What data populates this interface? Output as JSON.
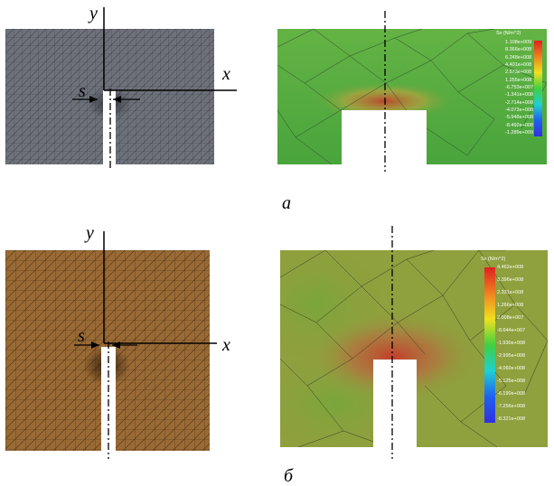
{
  "figure": {
    "panel_a": {
      "caption": "а",
      "mesh_label": {
        "y": "y",
        "x": "x",
        "s": "s"
      },
      "mesh_color": "#6e717a",
      "legend_title": "Sx (N/m^2)",
      "legend_ticks": [
        "1.108e+009",
        "8.366e+008",
        "6.248e+008",
        "4.401e+008",
        "2.573e+008",
        "1.255e+008",
        "-6.753e+007",
        "-1.341e+008",
        "-2.714e+008",
        "-4.073e+008",
        "-5.948e+008",
        "-8.492e+008",
        "-1.289e+009"
      ]
    },
    "panel_b": {
      "caption": "б",
      "mesh_label": {
        "y": "y",
        "x": "x",
        "s": "s"
      },
      "mesh_color": "#9a6a35",
      "legend_title": "Sx (N/m^2)",
      "legend_ticks": [
        "4.462e+008",
        "3.396e+008",
        "2.331e+008",
        "1.266e+008",
        "2.008e+007",
        "-8.644e+007",
        "-1.930e+008",
        "-2.995e+008",
        "-4.060e+008",
        "-5.125e+008",
        "-6.190e+008",
        "-7.256e+008",
        "-8.321e+008"
      ]
    }
  },
  "colors": {
    "stress_base_a": "#58ab3c",
    "stress_base_b": "#8fa03e",
    "hot": "#c8332a"
  }
}
